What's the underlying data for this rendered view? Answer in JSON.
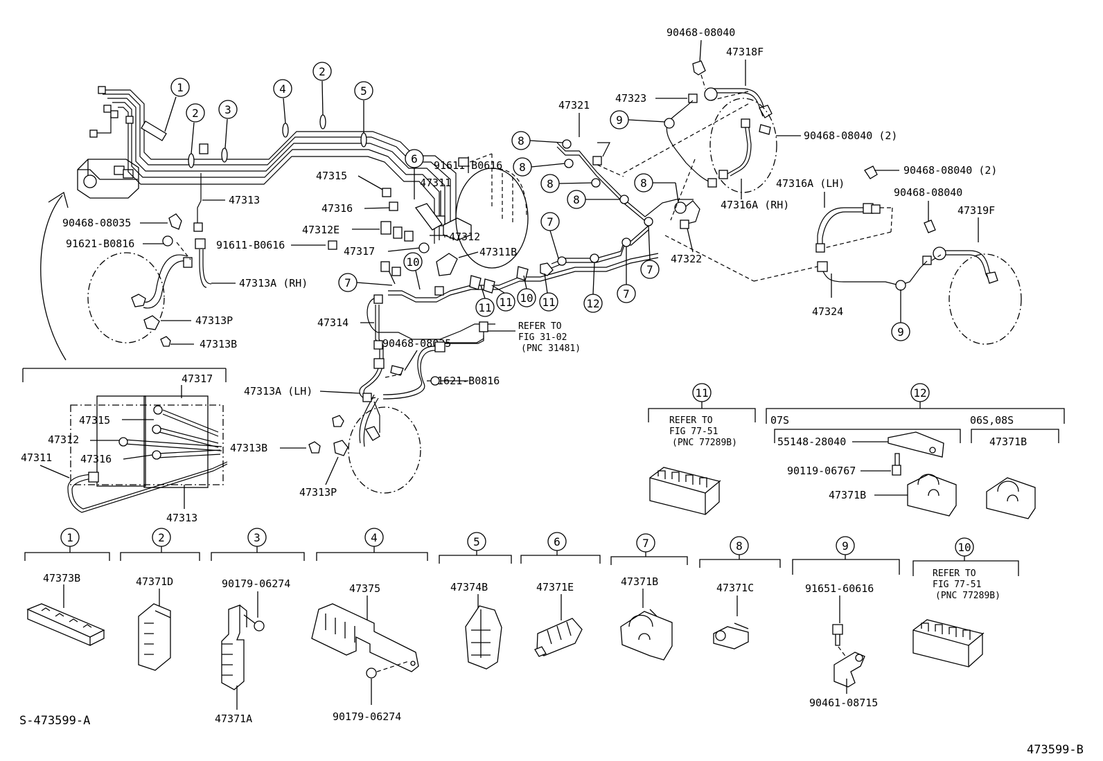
{
  "diagram": {
    "footer_left": "S-473599-A",
    "footer_right": "473599-B",
    "labels": {
      "l47313": "47313",
      "l90468_08035a": "90468-08035",
      "l91621_B0816a": "91621-B0816",
      "l47313A_RH": "47313A (RH)",
      "l47313P_a": "47313P",
      "l47313B_a": "47313B",
      "l47315": "47315",
      "l47316": "47316",
      "l47312E": "47312E",
      "l91611_B0616a": "91611-B0616",
      "l47317": "47317",
      "l47311": "47311",
      "l47312": "47312",
      "l47311B": "47311B",
      "l91611_B0616b": "91611-B0616",
      "l47314": "47314",
      "l90468_08035b": "90468-08035",
      "l_refer_31": "REFER TO",
      "l_fig_31": "FIG 31-02",
      "l_pnc_31": "(PNC 31481)",
      "l91621_B0816b": "91621-B0816",
      "l47313A_LH": "47313A (LH)",
      "l47313B_b": "47313B",
      "l47313P_b": "47313P",
      "l47321": "47321",
      "l47323": "47323",
      "l90468_08040a": "90468-08040",
      "l47318F": "47318F",
      "l90468_08040_2a": "90468-08040 (2)",
      "l47316A_RH": "47316A (RH)",
      "l47322": "47322",
      "l90468_08040_2b": "90468-08040 (2)",
      "l47316A_LH": "47316A (LH)",
      "l90468_08040b": "90468-08040",
      "l47319F": "47319F",
      "l47324": "47324",
      "d47317": "47317",
      "d47315": "47315",
      "d47312": "47312",
      "d47311": "47311",
      "d47316": "47316",
      "d47313": "47313"
    },
    "callouts": {
      "c1": "1",
      "c2": "2",
      "c3": "3",
      "c4": "4",
      "c5": "5",
      "c6": "6",
      "c7": "7",
      "c8": "8",
      "c9": "9",
      "c10": "10",
      "c11": "11",
      "c12": "12"
    },
    "box11": {
      "refer": "REFER TO",
      "fig": "FIG 77-51",
      "pnc": "(PNC 77289B)"
    },
    "box12": {
      "var1": "07S",
      "var2": "06S,08S",
      "p1": "55148-28040",
      "p2": "90119-06767",
      "p3": "47371B",
      "p4": "47371B"
    },
    "legend": [
      {
        "num": "1",
        "parts": [
          "47373B"
        ]
      },
      {
        "num": "2",
        "parts": [
          "47371D"
        ]
      },
      {
        "num": "3",
        "parts": [
          "90179-06274",
          "47371A"
        ]
      },
      {
        "num": "4",
        "parts": [
          "47375",
          "90179-06274"
        ]
      },
      {
        "num": "5",
        "parts": [
          "47374B"
        ]
      },
      {
        "num": "6",
        "parts": [
          "47371E"
        ]
      },
      {
        "num": "7",
        "parts": [
          "47371B"
        ]
      },
      {
        "num": "8",
        "parts": [
          "47371C"
        ]
      },
      {
        "num": "9",
        "parts": [
          "91651-60616",
          "90461-08715"
        ]
      },
      {
        "num": "10",
        "refer": "REFER TO",
        "fig": "FIG 77-51",
        "pnc": "(PNC 77289B)"
      }
    ]
  }
}
